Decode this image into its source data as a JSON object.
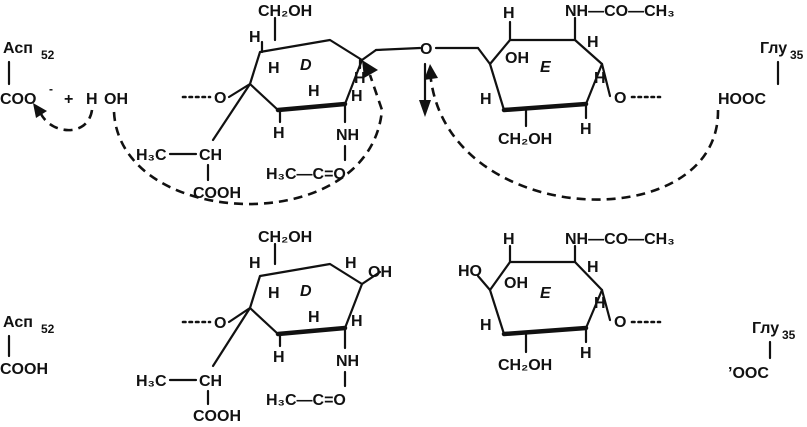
{
  "colors": {
    "ink": "#111111",
    "background": "#ffffff"
  },
  "top": {
    "asp_label": "Асп",
    "asp_num": "52",
    "asp_group": "COO",
    "asp_charge": "-",
    "plus": "+",
    "water_h": "H",
    "water_oh": "OH",
    "ring_d": {
      "ch2oh": "CH₂OH",
      "h1": "H",
      "h2": "H",
      "h3": "H",
      "h4": "H",
      "h5": "H",
      "h6": "H",
      "label": "D",
      "o_left": "O",
      "nh": "NH",
      "acetyl": "H₃C—C=O",
      "lactyl_ch3": "H₃C",
      "lactyl_ch": "CH",
      "lactyl_cooh": "COOH"
    },
    "bridge_o": "O",
    "ring_e": {
      "h_top": "H",
      "oh": "OH",
      "label": "E",
      "h_right": "H",
      "h_left": "H",
      "h_low1": "H",
      "h_low2": "H",
      "nh_acetyl": "NH—CO—CH₃",
      "o_right": "O",
      "ch2oh": "CH₂OH"
    },
    "glu_label": "Глу",
    "glu_num": "35",
    "glu_group": "HOOC"
  },
  "bottom": {
    "asp_label": "Асп",
    "asp_num": "52",
    "asp_group": "COOH",
    "ring_d": {
      "ch2oh": "CH₂OH",
      "oh": "OH",
      "h1": "H",
      "h2": "H",
      "h3": "H",
      "h4": "H",
      "h5": "H",
      "h6": "H",
      "label": "D",
      "o_left": "O",
      "nh": "NH",
      "acetyl": "H₃C—C=O",
      "lactyl_ch3": "H₃C",
      "lactyl_ch": "CH",
      "lactyl_cooh": "COOH"
    },
    "ring_e": {
      "h_top": "H",
      "ho": "HO",
      "oh": "OH",
      "label": "E",
      "h1": "H",
      "h2": "H",
      "h3": "H",
      "h4": "H",
      "nh_acetyl": "NH—CO—CH₃",
      "o_right": "O",
      "ch2oh": "CH₂OH"
    },
    "glu_label": "Глу",
    "glu_num": "35",
    "glu_group": "’OOC"
  }
}
